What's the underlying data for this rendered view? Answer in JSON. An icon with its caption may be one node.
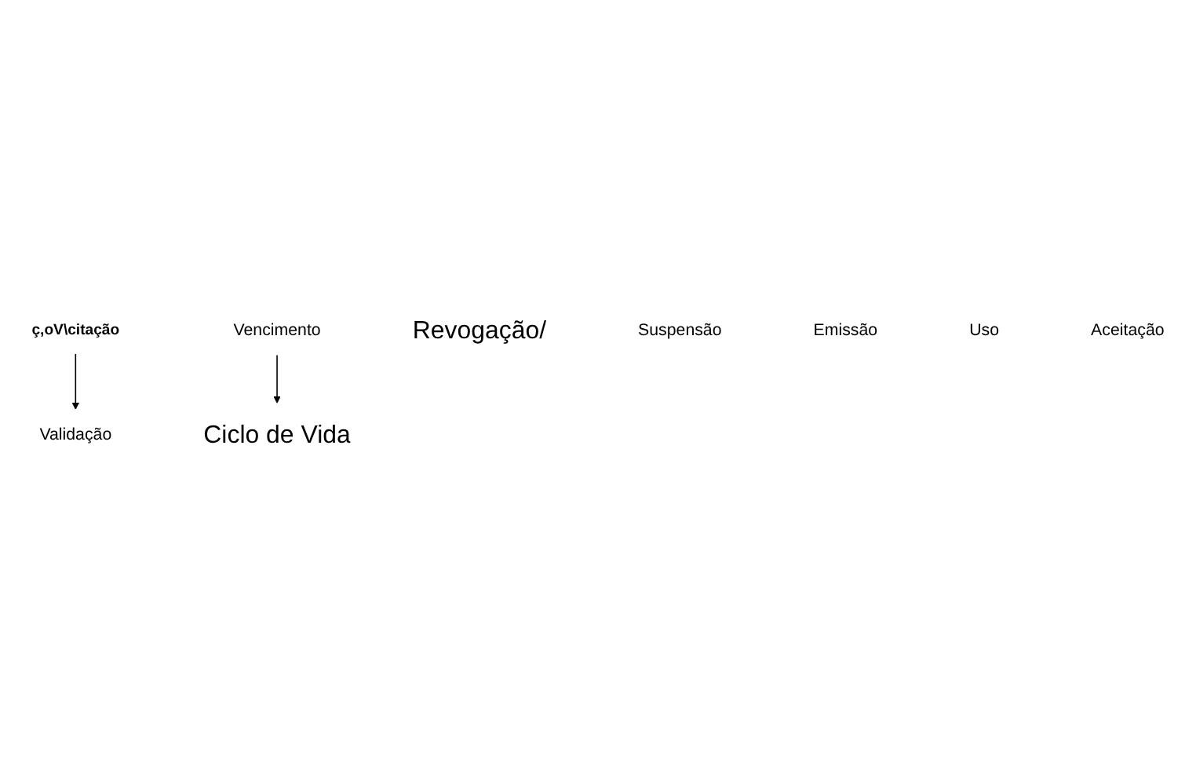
{
  "diagram": {
    "nodes": [
      {
        "text": [
          "ç,oV\\citação"
        ]
      },
      {
        "text": [
          "Vencimento"
        ]
      },
      {
        "text": [
          "Validação"
        ]
      },
      {
        "text": [
          "Ciclo de Vida"
        ]
      },
      {
        "text": [
          "Revogação/"
        ]
      },
      {
        "text": [
          "Suspensão"
        ]
      },
      {
        "text": [
          "Emissão"
        ]
      },
      {
        "text": [
          "Uso"
        ]
      },
      {
        "text": [
          "Aceitação"
        ]
      }
    ],
    "edges": [
      {
        "from": 0,
        "to": 2,
        "arrow": "to"
      },
      {
        "from": 1,
        "to": 3,
        "arrow": "to"
      }
    ]
  }
}
